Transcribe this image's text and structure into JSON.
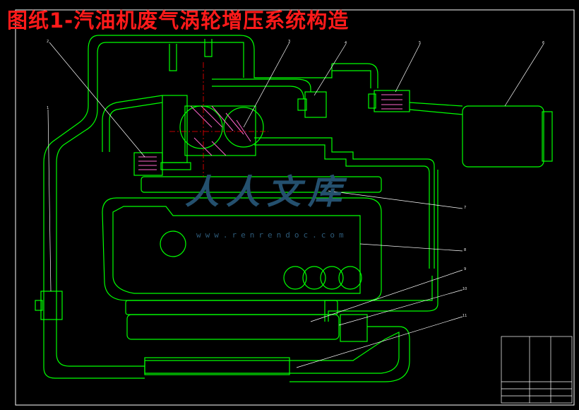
{
  "title": "图纸1-汽油机废气涡轮增压系统构造",
  "watermark": {
    "logo_text": "人人文库",
    "url_text": "www.renrendoc.com"
  },
  "callouts": [
    "2",
    "1",
    "3",
    "4",
    "5",
    "6",
    "7",
    "8",
    "9",
    "10",
    "11"
  ],
  "colors": {
    "background": "#000000",
    "drawing_lines": "#00ff00",
    "title": "#ff1a1a",
    "centerline": "#ff0000",
    "hatch": "#ff66cc",
    "leader": "#ffffff",
    "watermark": "#2d5a78"
  }
}
